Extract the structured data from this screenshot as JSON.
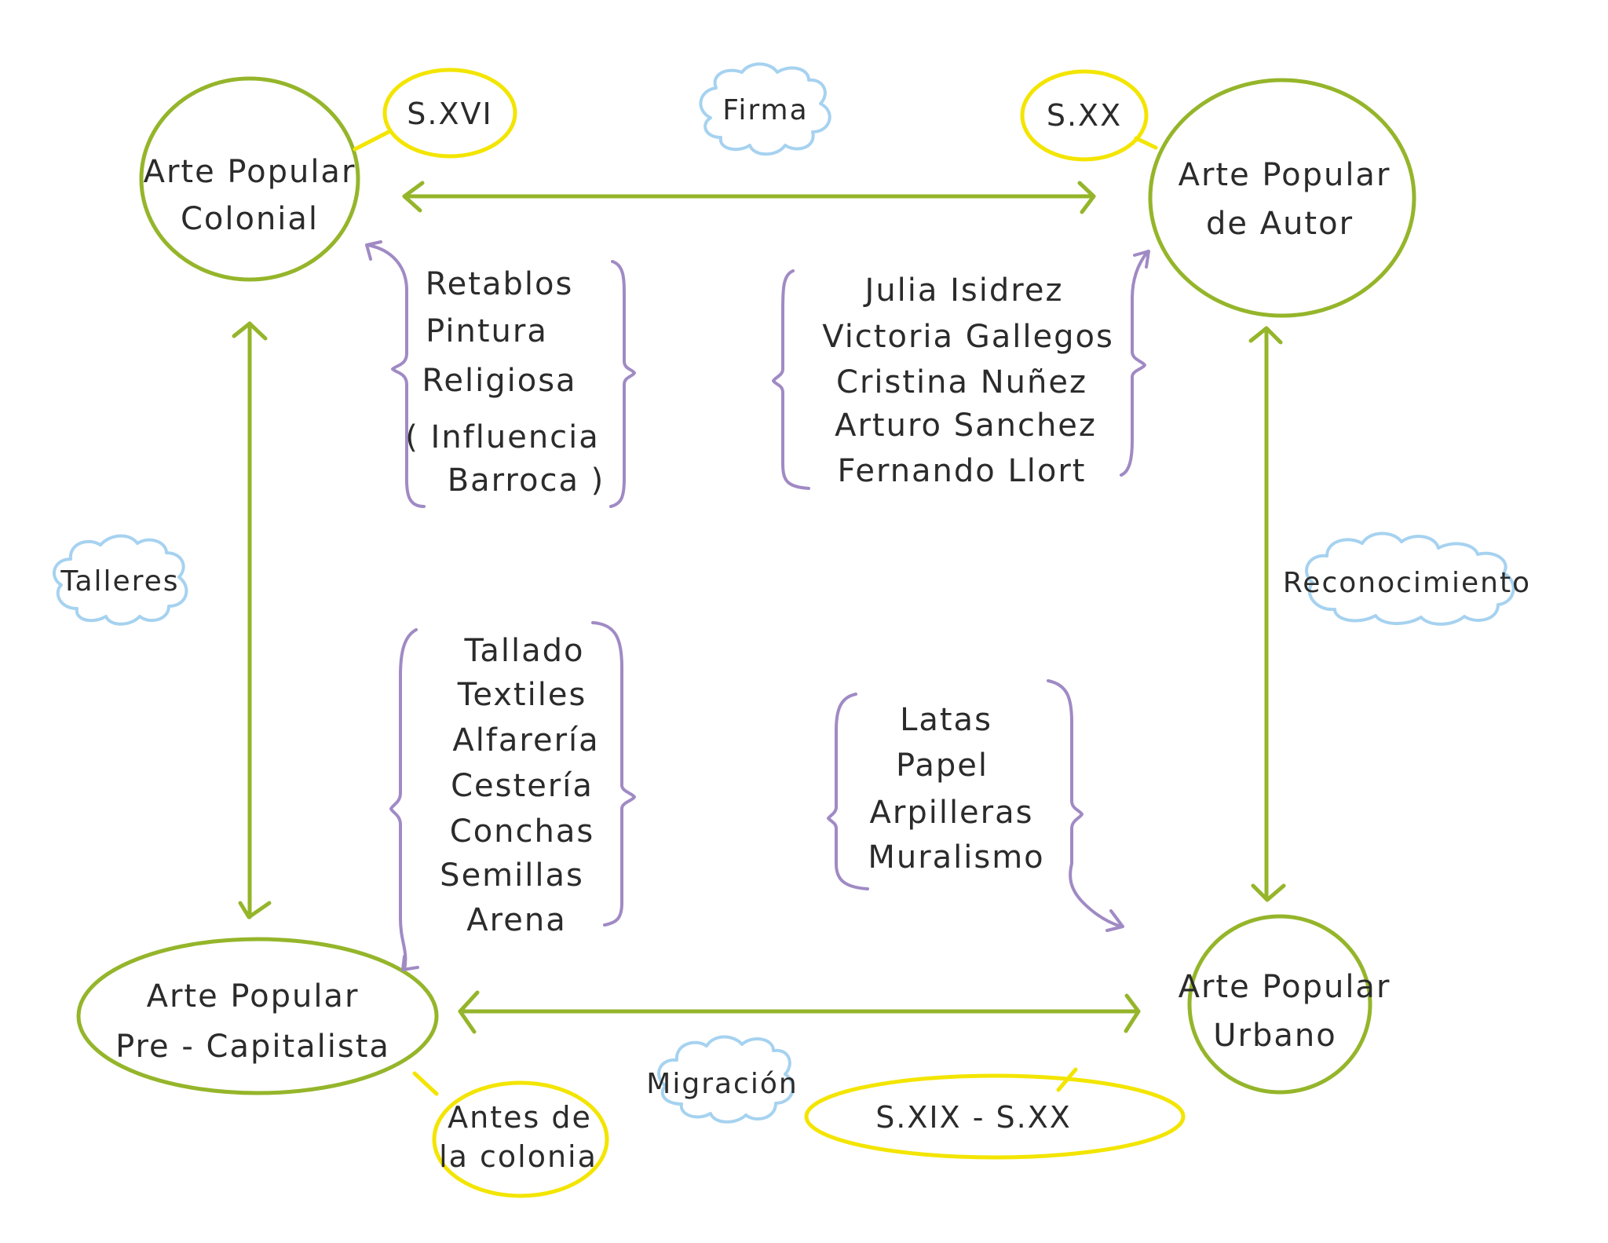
{
  "diagram": {
    "colors": {
      "node_outline": "#95b52a",
      "date_outline": "#f3e500",
      "bracket": "#a08ac4",
      "cloud_outline": "#a6d2f0",
      "text": "#2b2b2b",
      "background": "#ffffff"
    },
    "nodes": {
      "colonial": {
        "lines": [
          "Arte Popular",
          "Colonial"
        ]
      },
      "autor": {
        "lines": [
          "Arte Popular",
          "de Autor"
        ]
      },
      "precapitalista": {
        "lines": [
          "Arte Popular",
          "Pre - Capitalista"
        ]
      },
      "urbano": {
        "lines": [
          "Arte Popular",
          "Urbano"
        ]
      }
    },
    "dates": {
      "colonial": {
        "lines": [
          "S.XVI"
        ]
      },
      "autor": {
        "lines": [
          "S.XX"
        ]
      },
      "precapitalista": {
        "lines": [
          "Antes de",
          "la colonia"
        ]
      },
      "urbano": {
        "lines": [
          "S.XIX - S.XX"
        ]
      }
    },
    "clouds": {
      "top": "Firma",
      "left": "Talleres",
      "right": "Reconocimiento",
      "bottom": "Migración"
    },
    "lists": {
      "colonial": [
        "Retablos",
        "Pintura",
        "Religiosa",
        "( Influencia",
        "Barroca )"
      ],
      "autor": [
        "Julia Isidrez",
        "Victoria Gallegos",
        "Cristina Nuñez",
        "Arturo Sanchez",
        "Fernando Llort"
      ],
      "precapitalista": [
        "Tallado",
        "Textiles",
        "Alfarería",
        "Cestería",
        "Conchas",
        "Semillas",
        "Arena"
      ],
      "urbano": [
        "Latas",
        "Papel",
        "Arpilleras",
        "Muralismo"
      ]
    },
    "connections": [
      {
        "from": "Arte Popular Colonial",
        "to": "Arte Popular de Autor",
        "label": "Firma",
        "bidirectional": true
      },
      {
        "from": "Arte Popular Colonial",
        "to": "Arte Popular Pre-Capitalista",
        "label": "Talleres",
        "bidirectional": true
      },
      {
        "from": "Arte Popular de Autor",
        "to": "Arte Popular Urbano",
        "label": "Reconocimiento",
        "bidirectional": true
      },
      {
        "from": "Arte Popular Pre-Capitalista",
        "to": "Arte Popular Urbano",
        "label": "Migración",
        "bidirectional": true
      }
    ]
  }
}
